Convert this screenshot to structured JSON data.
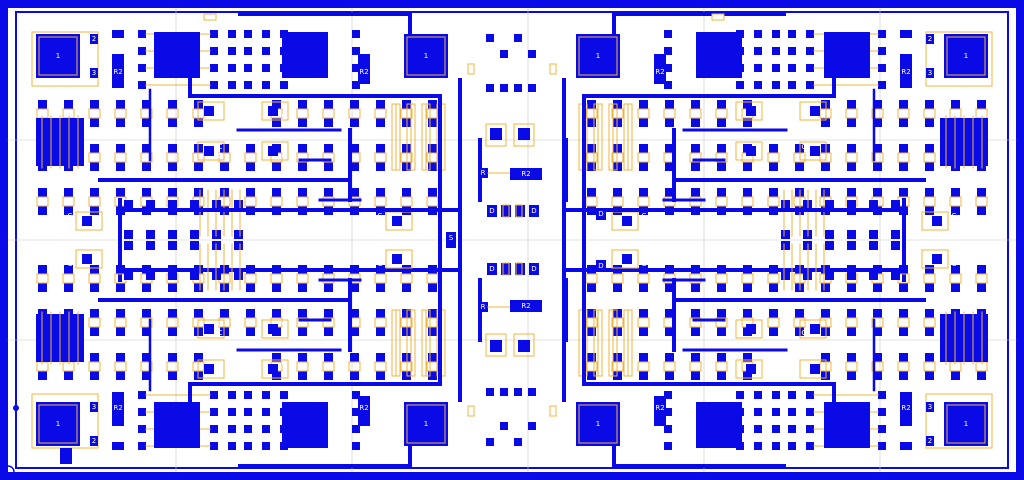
{
  "labels": {
    "pad_main": "1",
    "pad_two": "2",
    "pad_three": "3",
    "resistor": "R2",
    "resistor_short": "R",
    "capacitor": "C",
    "diode": "D",
    "source": "S"
  },
  "colors": {
    "copper": "#0a0ae6",
    "silkscreen": "#f0b43c",
    "background": "#ffffff",
    "grid": "#c8c8c8"
  }
}
